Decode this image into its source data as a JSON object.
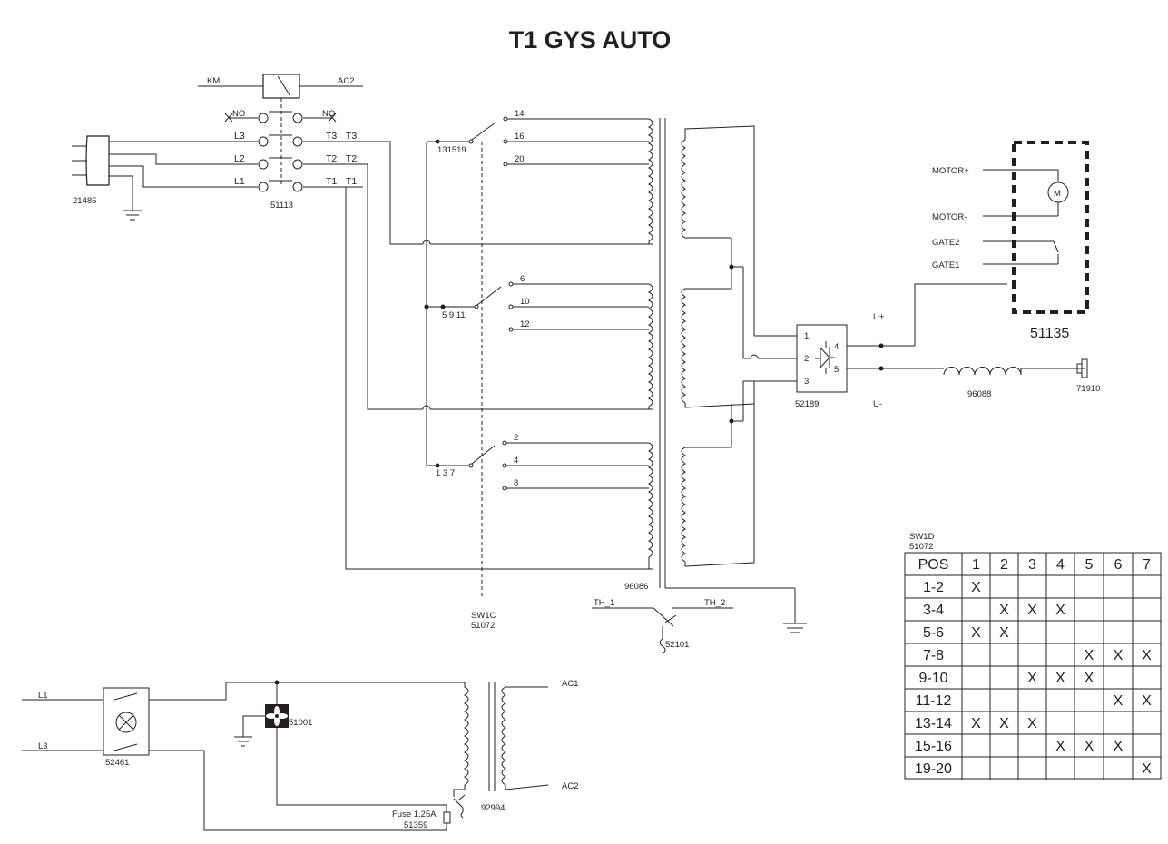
{
  "title": "T1 GYS AUTO",
  "contactor": {
    "coil_left": "KM",
    "coil_right": "AC2",
    "no_left": "NO",
    "no_right": "NO",
    "in_l3": "L3",
    "in_l2": "L2",
    "in_l1": "L1",
    "out_t3a": "T3",
    "out_t3b": "T3",
    "out_t2a": "T2",
    "out_t2b": "T2",
    "out_t1a": "T1",
    "out_t1b": "T1",
    "ref": "51113"
  },
  "plug": {
    "ref": "21485"
  },
  "switch_top": {
    "taps": [
      "14",
      "16",
      "20"
    ],
    "common": "131519"
  },
  "switch_mid": {
    "taps": [
      "6",
      "10",
      "12"
    ],
    "common": "5  9  11"
  },
  "switch_bot": {
    "taps": [
      "2",
      "4",
      "8"
    ],
    "common": "1  3  7"
  },
  "sw1c": {
    "name": "SW1C",
    "ref": "51072"
  },
  "transformer": {
    "ref": "96086"
  },
  "thermal": {
    "left": "TH_1",
    "right": "TH_2",
    "ref": "52101"
  },
  "rectifier": {
    "pins": [
      "1",
      "2",
      "3",
      "4",
      "5"
    ],
    "ref": "52189",
    "u_plus": "U+",
    "u_minus": "U-"
  },
  "motor_unit": {
    "motor_plus": "MOTOR+",
    "motor_minus": "MOTOR-",
    "gate2": "GATE2",
    "gate1": "GATE1",
    "motor_symbol": "M",
    "ref": "51135"
  },
  "choke": {
    "ref": "96088"
  },
  "torch": {
    "ref": "71910"
  },
  "aux": {
    "l1": "L1",
    "l3": "L3",
    "switch_ref": "52461",
    "fan_ref": "51001",
    "fuse_label": "Fuse  1.25A",
    "fuse_ref": "51359",
    "transformer_ref": "92994",
    "ac1": "AC1",
    "ac2": "AC2"
  },
  "sw1d": {
    "name": "SW1D",
    "ref": "51072",
    "header": [
      "POS",
      "1",
      "2",
      "3",
      "4",
      "5",
      "6",
      "7"
    ],
    "rows": [
      [
        "1-2",
        "X",
        "",
        "",
        "",
        "",
        "",
        ""
      ],
      [
        "3-4",
        "",
        "X",
        "X",
        "X",
        "",
        "",
        ""
      ],
      [
        "5-6",
        "X",
        "X",
        "",
        "",
        "",
        "",
        ""
      ],
      [
        "7-8",
        "",
        "",
        "",
        "",
        "X",
        "X",
        "X"
      ],
      [
        "9-10",
        "",
        "",
        "X",
        "X",
        "X",
        "",
        ""
      ],
      [
        "11-12",
        "",
        "",
        "",
        "",
        "",
        "X",
        "X"
      ],
      [
        "13-14",
        "X",
        "X",
        "X",
        "",
        "",
        "",
        ""
      ],
      [
        "15-16",
        "",
        "",
        "",
        "X",
        "X",
        "X",
        ""
      ],
      [
        "19-20",
        "",
        "",
        "",
        "",
        "",
        "",
        "X"
      ]
    ]
  }
}
